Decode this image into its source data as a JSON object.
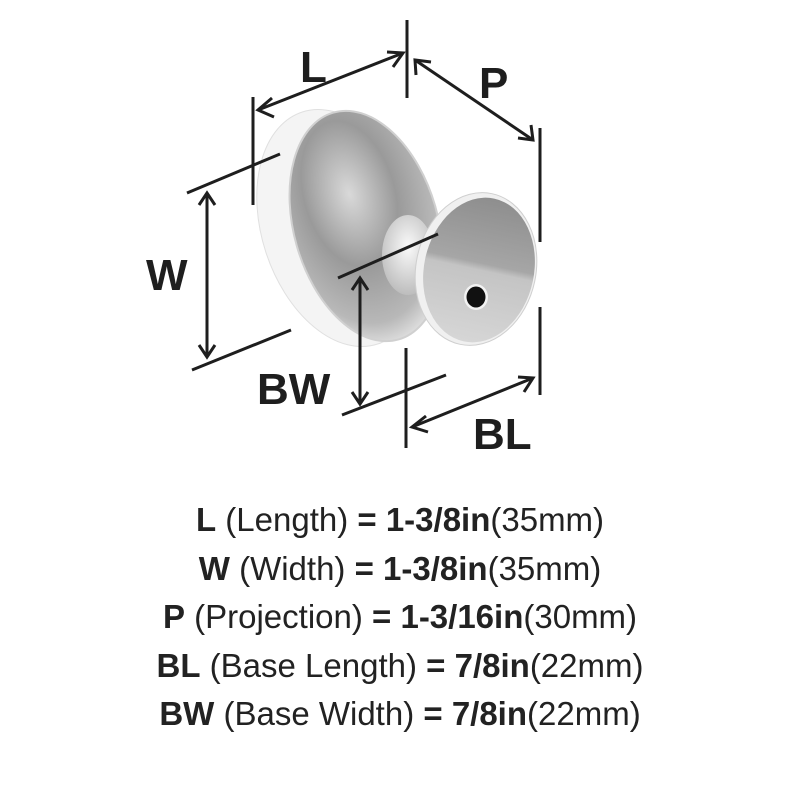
{
  "diagram": {
    "labels": {
      "L": "L",
      "P": "P",
      "W": "W",
      "BW": "BW",
      "BL": "BL"
    },
    "colors": {
      "line": "#1e1e1e",
      "knob_back": "#f2f2f2",
      "knob_chrome_dark": "#8c8c8c",
      "knob_chrome_light": "#e8e8e8",
      "hole": "#111111"
    }
  },
  "specs": [
    {
      "abbr": "L",
      "name": " (Length) ",
      "eq": "= ",
      "inch": "1-3/8in",
      "mm": "(35mm)"
    },
    {
      "abbr": "W",
      "name": " (Width) ",
      "eq": "= ",
      "inch": "1-3/8in",
      "mm": "(35mm)"
    },
    {
      "abbr": "P",
      "name": " (Projection) ",
      "eq": "= ",
      "inch": "1-3/16in",
      "mm": "(30mm)"
    },
    {
      "abbr": "BL",
      "name": " (Base Length) ",
      "eq": "= ",
      "inch": "7/8in",
      "mm": "(22mm)"
    },
    {
      "abbr": "BW",
      "name": " (Base Width) ",
      "eq": "= ",
      "inch": "7/8in",
      "mm": "(22mm)"
    }
  ]
}
